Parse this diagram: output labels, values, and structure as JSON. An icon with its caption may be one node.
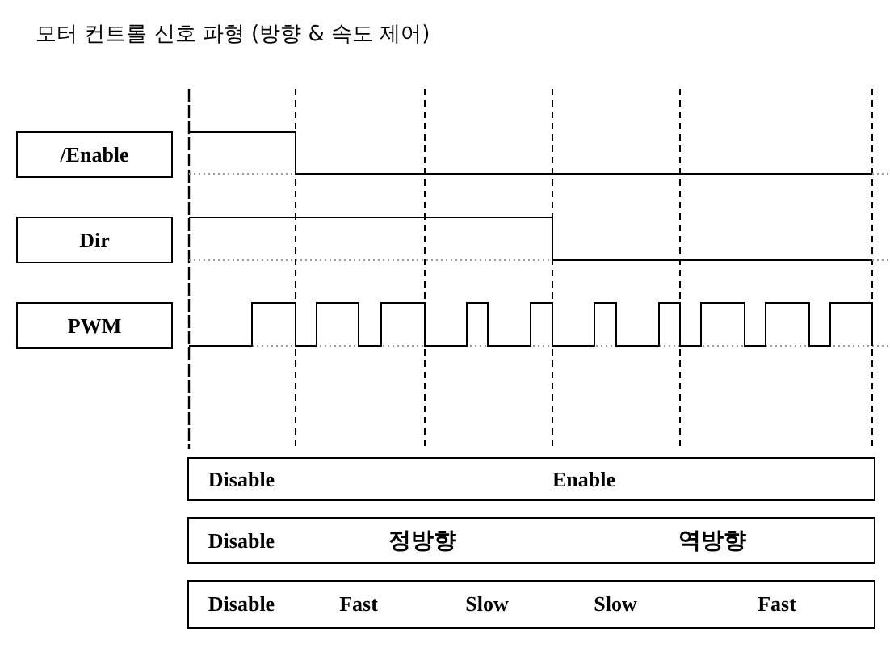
{
  "diagram": {
    "title": "모터 컨트롤 신호 파형 (방향 & 속도 제어)",
    "nodes": [
      {
        "text": [
          "/Enable"
        ]
      },
      {
        "text": [
          "Dir"
        ]
      },
      {
        "text": [
          "PWM"
        ]
      }
    ],
    "labels": [
      "Disable",
      "Enable",
      "Disable",
      "정방향",
      "역방향",
      "Disable",
      "Fast",
      "Slow",
      "Slow",
      "Fast"
    ]
  }
}
